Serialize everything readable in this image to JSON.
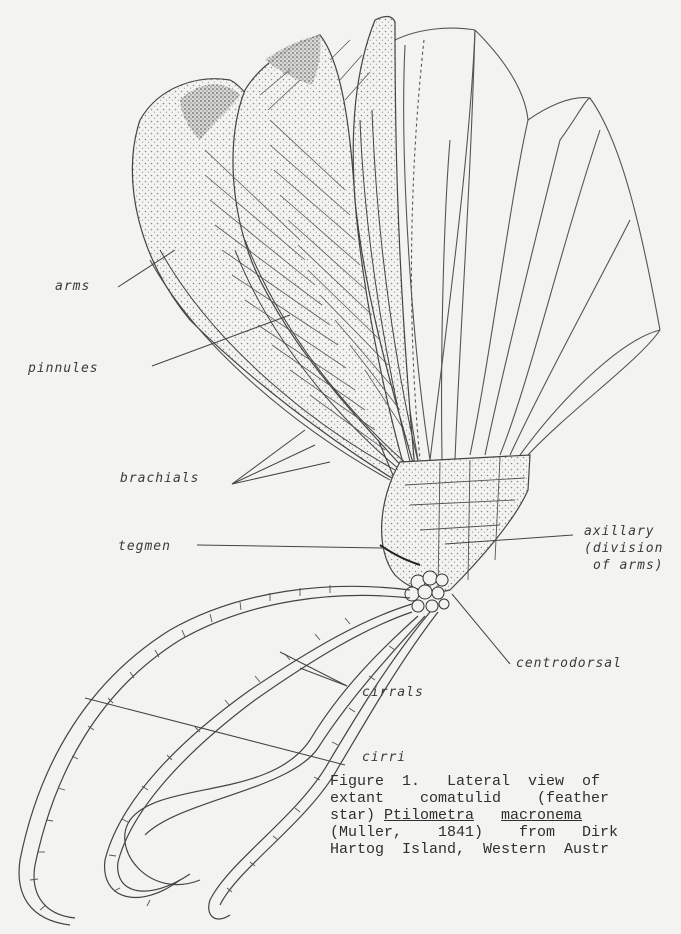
{
  "labels": {
    "arms": "arms",
    "pinnules": "pinnules",
    "brachials": "brachials",
    "tegmen": "tegmen",
    "axillary_1": "axillary",
    "axillary_2": "(division",
    "axillary_3": "of arms)",
    "centrodorsal": "centrodorsal",
    "cirrals": "cirrals",
    "cirri": "cirri"
  },
  "caption": {
    "l1a": "Figure  1.   Lateral  view  of",
    "l2a": "extant    comatulid    (feather",
    "l3a": "star) ",
    "l3b": "Ptilometra",
    "l3c": "   ",
    "l3d": "macronema",
    "l4a": "(Muller,    1841)    from   Dirk",
    "l5a": "Hartog  Island,  Western  Austr"
  }
}
